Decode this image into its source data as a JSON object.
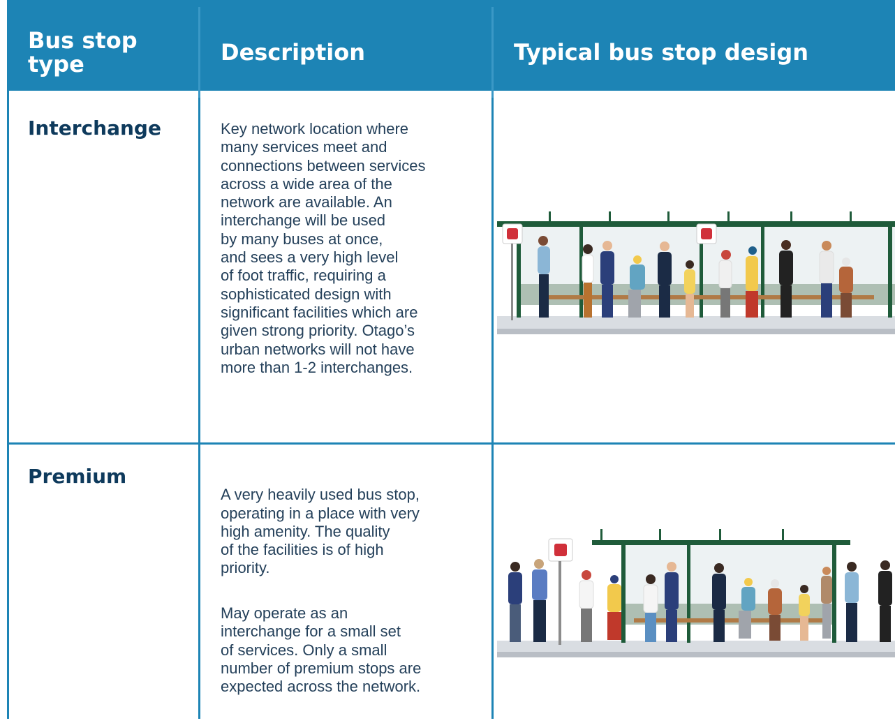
{
  "table": {
    "headers": {
      "type": "Bus stop\ntype",
      "description": "Description",
      "design": "Typical bus stop design"
    },
    "rows": [
      {
        "type": "Interchange",
        "description_lines": "Key network location where\nmany services meet and\nconnections between services\nacross a wide area of the\nnetwork are available. An\ninterchange will be used\nby many buses at once,\nand sees a very high level\nof foot traffic, requiring a\nsophisticated design with\nsignificant facilities which are\ngiven strong priority. Otago’s\nurban networks will not have\nmore than 1-2 interchanges.",
        "illustration": "interchange-bus-stop-illustration"
      },
      {
        "type": "Premium",
        "description_p1": "A very heavily used bus stop,\noperating in a place with very\nhigh amenity. The quality\nof the facilities is of high\npriority.",
        "description_p2": "May operate as an\ninterchange for a small set\nof services. Only a small\nnumber of premium stops are\nexpected across the network.",
        "illustration": "premium-bus-stop-illustration"
      }
    ]
  },
  "colors": {
    "header_bg": "#1d84b5",
    "border": "#1d84b5",
    "type_text": "#0e3a5c",
    "body_text": "#24405a",
    "shelter_green": "#1f5b3a",
    "sign_red": "#d0303a"
  }
}
